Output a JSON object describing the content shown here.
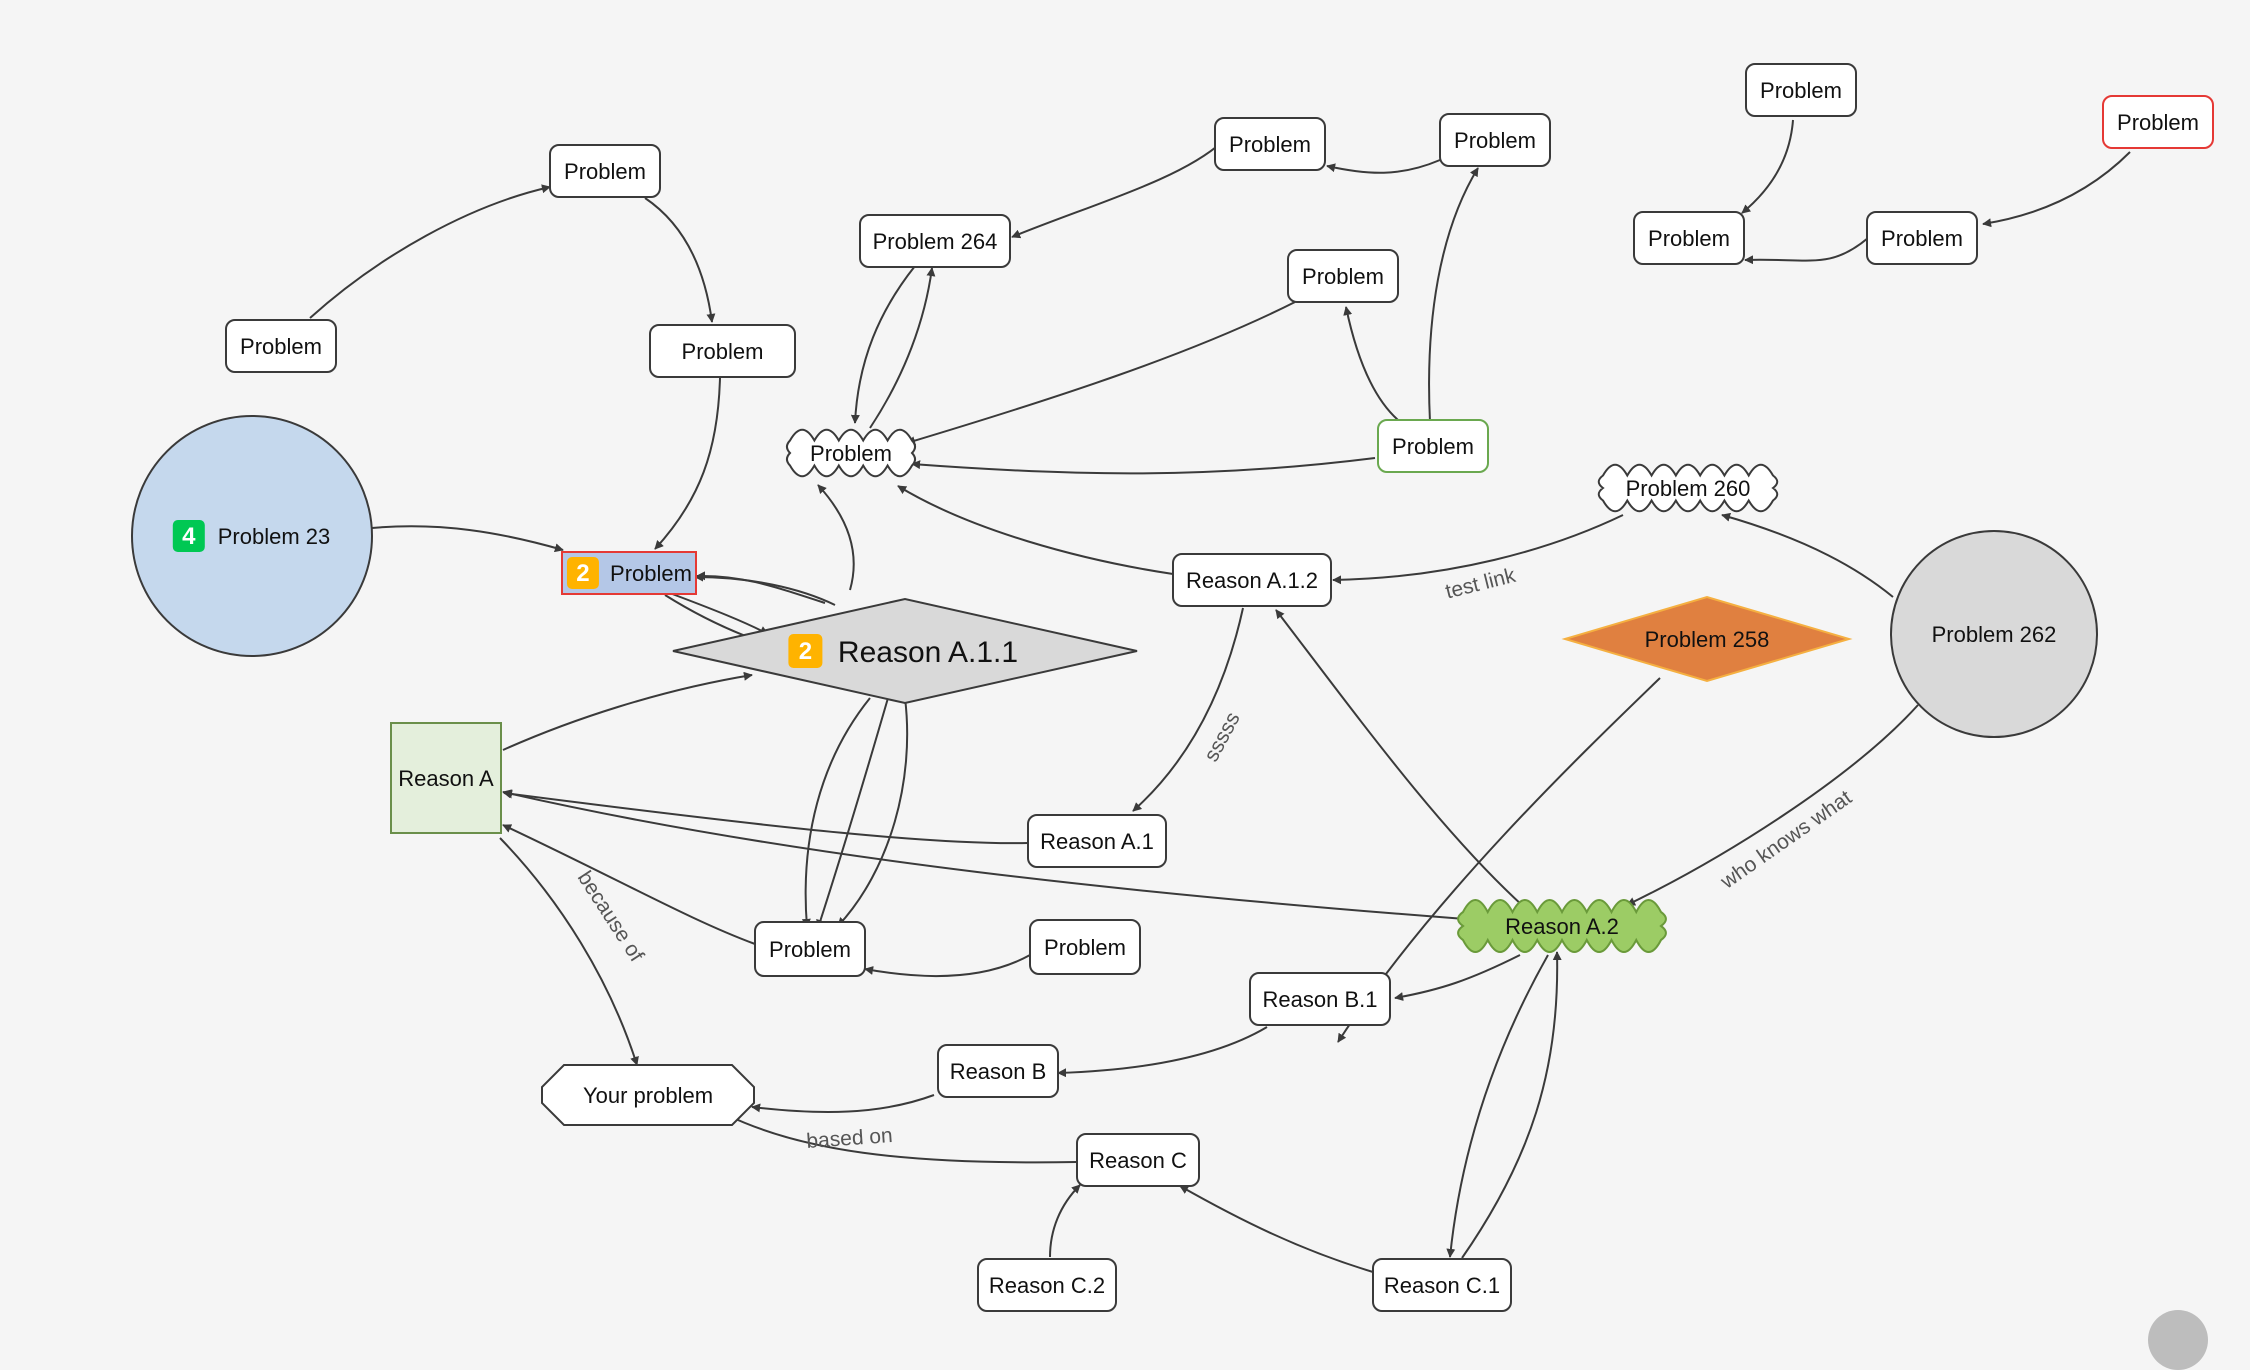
{
  "nodes": [
    {
      "id": "n1",
      "label": "Problem",
      "shape": "rect"
    },
    {
      "id": "n2",
      "label": "Problem",
      "shape": "rect"
    },
    {
      "id": "n3",
      "label": "Problem",
      "shape": "rect"
    },
    {
      "id": "n4",
      "label": "Problem 23",
      "shape": "circle",
      "fill": "#c5d8ed",
      "badge": "4",
      "badge_color": "#00c853"
    },
    {
      "id": "n5",
      "label": "Problem",
      "shape": "rect",
      "fill": "#b4c7e7",
      "stroke": "#e53935",
      "badge": "2",
      "badge_color": "#ffb300"
    },
    {
      "id": "n6",
      "label": "Problem 264",
      "shape": "rect"
    },
    {
      "id": "n7",
      "label": "Problem",
      "shape": "rect"
    },
    {
      "id": "n8",
      "label": "Problem",
      "shape": "rect"
    },
    {
      "id": "n9",
      "label": "Problem",
      "shape": "rect"
    },
    {
      "id": "n10",
      "label": "Problem",
      "shape": "cloud"
    },
    {
      "id": "n11",
      "label": "Problem",
      "shape": "rect",
      "stroke": "#6aa84f"
    },
    {
      "id": "n12",
      "label": "Problem",
      "shape": "rect"
    },
    {
      "id": "n13",
      "label": "Problem",
      "shape": "rect"
    },
    {
      "id": "n14",
      "label": "Problem",
      "shape": "rect"
    },
    {
      "id": "n15",
      "label": "Problem",
      "shape": "rect",
      "stroke": "#e53935"
    },
    {
      "id": "n16",
      "label": "Problem 260",
      "shape": "cloud"
    },
    {
      "id": "n17",
      "label": "Reason A.1.2",
      "shape": "rect"
    },
    {
      "id": "n18",
      "label": "Reason A.1.1",
      "shape": "diamond",
      "fill": "#d9d9d9",
      "badge": "2",
      "badge_color": "#ffb300"
    },
    {
      "id": "n19",
      "label": "Problem 258",
      "shape": "diamond",
      "fill": "#e08040",
      "stroke": "#f5b041"
    },
    {
      "id": "n20",
      "label": "Problem 262",
      "shape": "circle",
      "fill": "#d9d9d9"
    },
    {
      "id": "n21",
      "label": "Reason A",
      "shape": "square",
      "fill": "#e4efdc",
      "stroke": "#6a8f4a"
    },
    {
      "id": "n22",
      "label": "Reason A.1",
      "shape": "rect"
    },
    {
      "id": "n23",
      "label": "Reason A.2",
      "shape": "cloud",
      "fill": "#9ccc65",
      "stroke": "#6a9a3a"
    },
    {
      "id": "n24",
      "label": "Problem",
      "shape": "rect"
    },
    {
      "id": "n25",
      "label": "Problem",
      "shape": "rect"
    },
    {
      "id": "n26",
      "label": "Reason B.1",
      "shape": "rect"
    },
    {
      "id": "n27",
      "label": "Reason B",
      "shape": "rect"
    },
    {
      "id": "n28",
      "label": "Your problem",
      "shape": "octagon"
    },
    {
      "id": "n29",
      "label": "Reason C",
      "shape": "rect"
    },
    {
      "id": "n30",
      "label": "Reason C.2",
      "shape": "rect"
    },
    {
      "id": "n31",
      "label": "Reason C.1",
      "shape": "rect"
    }
  ],
  "edge_labels": {
    "test_link": "test link",
    "sssss": "sssss",
    "who_knows_what": "who knows what",
    "because_of": "because of",
    "based_on": "based on"
  }
}
